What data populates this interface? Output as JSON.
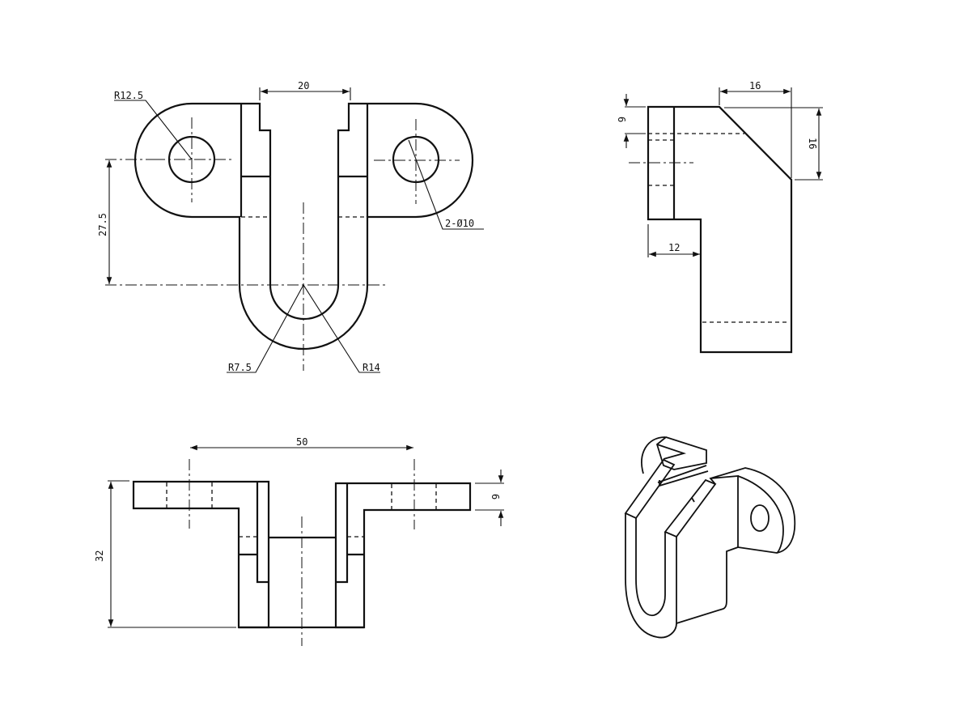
{
  "drawing": {
    "top_view": {
      "dims": {
        "width_slot": "20",
        "height": "27.5",
        "lobe_radius": "R12.5",
        "holes": "2-Ø10",
        "inner_radius": "R7.5",
        "outer_radius": "R14"
      }
    },
    "side_view": {
      "dims": {
        "chamfer_horizontal": "16",
        "chamfer_vertical": "16",
        "flange_thickness": "6",
        "step_width": "12"
      }
    },
    "front_view": {
      "dims": {
        "hole_spacing": "50",
        "total_height": "32",
        "flange_thickness": "6"
      }
    }
  }
}
